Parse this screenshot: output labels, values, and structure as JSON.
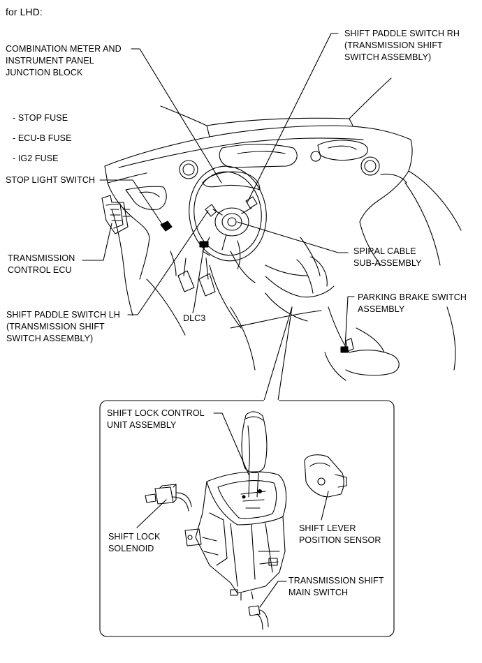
{
  "title": "for LHD:",
  "labels": {
    "combination_meter": [
      "COMBINATION METER AND",
      "INSTRUMENT PANEL",
      "JUNCTION BLOCK"
    ],
    "fuses": [
      "- STOP FUSE",
      "- ECU-B FUSE",
      "- IG2 FUSE"
    ],
    "stop_light_switch": [
      "STOP LIGHT SWITCH"
    ],
    "transmission_control_ecu": [
      "TRANSMISSION",
      "CONTROL ECU"
    ],
    "shift_paddle_rh": [
      "SHIFT PADDLE SWITCH RH",
      "(TRANSMISSION SHIFT",
      "SWITCH ASSEMBLY)"
    ],
    "spiral_cable": [
      "SPIRAL CABLE",
      "SUB-ASSEMBLY"
    ],
    "parking_brake_switch": [
      "PARKING BRAKE SWITCH",
      "ASSEMBLY"
    ],
    "shift_paddle_lh": [
      "SHIFT PADDLE SWITCH LH",
      "(TRANSMISSION SHIFT",
      "SWITCH ASSEMBLY)"
    ],
    "dlc3": [
      "DLC3"
    ],
    "shift_lock_control_unit": [
      "SHIFT LOCK CONTROL",
      "UNIT ASSEMBLY"
    ],
    "shift_lock_solenoid": [
      "SHIFT LOCK",
      "SOLENOID"
    ],
    "shift_lever_position_sensor": [
      "SHIFT LEVER",
      "POSITION SENSOR"
    ],
    "transmission_shift_main_switch": [
      "TRANSMISSION SHIFT",
      "MAIN SWITCH"
    ]
  },
  "colors": {
    "ink": "#000000",
    "background": "#ffffff"
  }
}
